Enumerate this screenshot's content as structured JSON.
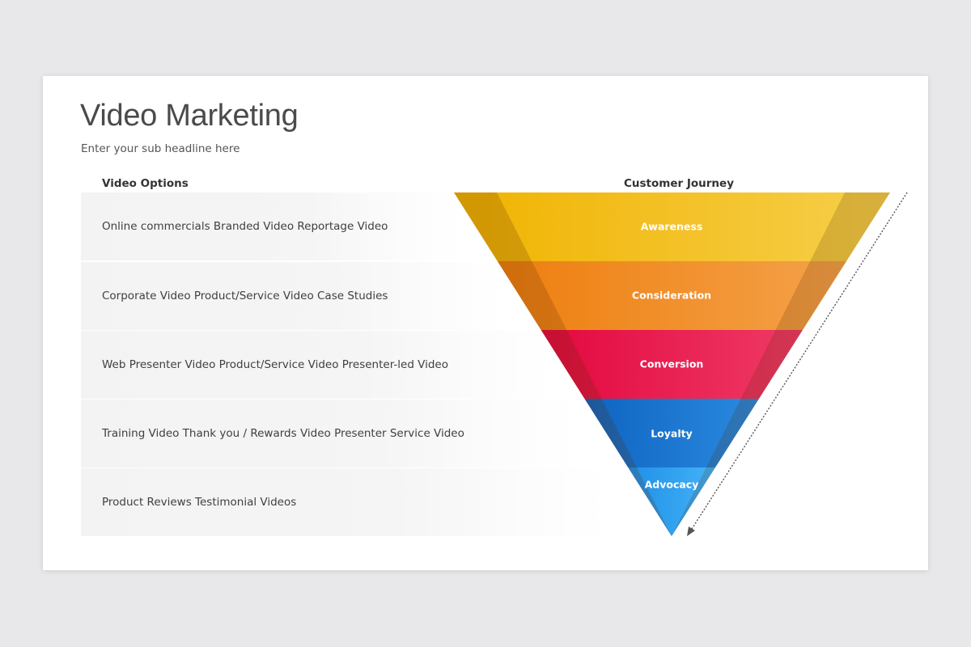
{
  "title": "Video Marketing",
  "subtitle": "Enter your sub headline here",
  "left_header": "Video Options",
  "right_header": "Customer Journey",
  "options": [
    "Online commercials Branded Video Reportage Video",
    "Corporate Video Product/Service Video Case Studies",
    "Web Presenter Video Product/Service Video Presenter-led Video",
    "Training Video Thank you / Rewards Video Presenter Service Video",
    "Product Reviews Testimonial Videos"
  ],
  "stages": [
    {
      "label": "Awareness",
      "color_left": "#f0b300",
      "color_right": "#f7cf4c"
    },
    {
      "label": "Consideration",
      "color_left": "#ee7e0e",
      "color_right": "#f4a24a"
    },
    {
      "label": "Conversion",
      "color_left": "#e3083f",
      "color_right": "#ef3b66"
    },
    {
      "label": "Loyalty",
      "color_left": "#0e64c0",
      "color_right": "#2b8ae0"
    },
    {
      "label": "Advocacy",
      "color_left": "#1e8fe6",
      "color_right": "#45b3f7"
    }
  ]
}
